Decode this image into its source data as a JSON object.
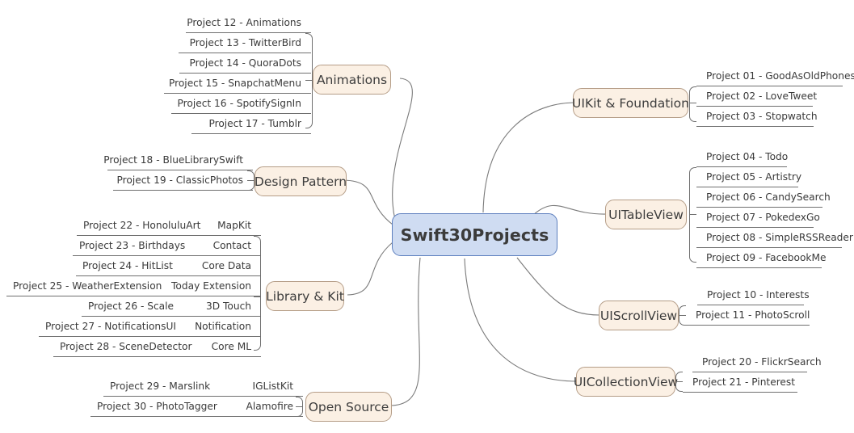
{
  "root": {
    "label": "Swift30Projects",
    "fill": "#cfdcf2",
    "stroke": "#5d7fbe"
  },
  "theme": {
    "branch_fill": "#fbf0e4",
    "branch_stroke": "#b59d87",
    "line": "#6f6f6f",
    "text": "#3a3a3a"
  },
  "branches": [
    {
      "id": "animations",
      "label": "Animations",
      "side": "left",
      "leaves": [
        {
          "text": "Project 12 - Animations"
        },
        {
          "text": "Project 13 - TwitterBird"
        },
        {
          "text": "Project 14 - QuoraDots"
        },
        {
          "text": "Project 15 - SnapchatMenu"
        },
        {
          "text": "Project 16 - SpotifySignIn"
        },
        {
          "text": "Project 17 - Tumblr"
        }
      ]
    },
    {
      "id": "design-pattern",
      "label": "Design Pattern",
      "side": "left",
      "leaves": [
        {
          "text": "Project 18 - BlueLibrarySwift"
        },
        {
          "text": "Project 19 - ClassicPhotos"
        }
      ]
    },
    {
      "id": "library-kit",
      "label": "Library & Kit",
      "side": "left",
      "leaves": [
        {
          "text": "Project 22 - HonoluluArt",
          "tag": "MapKit"
        },
        {
          "text": "Project 23 - Birthdays",
          "tag": "Contact"
        },
        {
          "text": "Project 24 - HitList",
          "tag": "Core Data"
        },
        {
          "text": "Project 25 - WeatherExtension",
          "tag": "Today Extension"
        },
        {
          "text": "Project 26 - Scale",
          "tag": "3D Touch"
        },
        {
          "text": "Project 27 - NotificationsUI",
          "tag": "Notification"
        },
        {
          "text": "Project 28 - SceneDetector",
          "tag": "Core ML"
        }
      ]
    },
    {
      "id": "open-source",
      "label": "Open Source",
      "side": "left",
      "leaves": [
        {
          "text": "Project 29 - Marslink",
          "tag": "IGListKit"
        },
        {
          "text": "Project 30 - PhotoTagger",
          "tag": "Alamofire"
        }
      ]
    },
    {
      "id": "uikit-foundation",
      "label": "UIKit & Foundation",
      "side": "right",
      "leaves": [
        {
          "text": "Project 01 - GoodAsOldPhones"
        },
        {
          "text": "Project 02 - LoveTweet"
        },
        {
          "text": "Project 03 - Stopwatch"
        }
      ]
    },
    {
      "id": "uitableview",
      "label": "UITableView",
      "side": "right",
      "leaves": [
        {
          "text": "Project 04 - Todo"
        },
        {
          "text": "Project 05 - Artistry"
        },
        {
          "text": "Project 06 - CandySearch"
        },
        {
          "text": "Project 07 - PokedexGo"
        },
        {
          "text": "Project 08 - SimpleRSSReader"
        },
        {
          "text": "Project 09 - FacebookMe"
        }
      ]
    },
    {
      "id": "uiscrollview",
      "label": "UIScrollView",
      "side": "right",
      "leaves": [
        {
          "text": "Project 10 - Interests"
        },
        {
          "text": "Project 11 - PhotoScroll"
        }
      ]
    },
    {
      "id": "uicollectionview",
      "label": "UICollectionView",
      "side": "right",
      "leaves": [
        {
          "text": "Project 20 - FlickrSearch"
        },
        {
          "text": "Project  21 - Pinterest"
        }
      ]
    }
  ]
}
